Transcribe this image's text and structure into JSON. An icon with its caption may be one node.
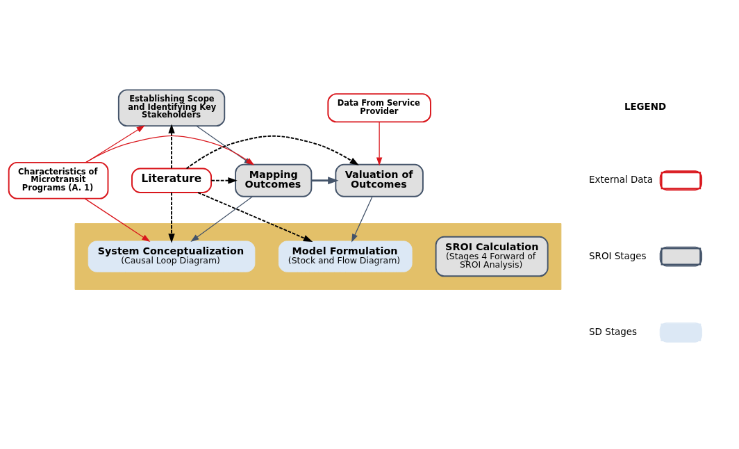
{
  "diagram": {
    "nodes": [
      {
        "text": [
          "Establishing Scope and Identifying Key Stakeholders"
        ]
      },
      {
        "text": [
          "Data From Service Provider"
        ]
      },
      {
        "text": [
          "Characteristics of Microtransit Programs (A. 1)"
        ]
      },
      {
        "text": [
          "Literature"
        ]
      },
      {
        "text": [
          "Mapping Outcomes"
        ]
      },
      {
        "text": [
          "Valuation of Outcomes"
        ]
      },
      {
        "text": [],
        "shape": "arrow"
      },
      {
        "text": [
          "System Conceptualization",
          "(Causal Loop Diagram)"
        ],
        "in": 6
      },
      {
        "text": [
          "Model Formulation",
          "(Stock and Flow Diagram)"
        ],
        "in": 6
      },
      {
        "text": [
          "SROI Calculation",
          "(Stages 4 Forward of SROI Analysis)"
        ],
        "in": 6
      }
    ],
    "edges": [
      {
        "from": 2,
        "to": 0,
        "arrow": "to",
        "color": "#d9161c"
      },
      {
        "from": 2,
        "to": 4,
        "arrow": "to",
        "color": "#d9161c"
      },
      {
        "from": 2,
        "to": 7,
        "arrow": "to",
        "color": "#d9161c"
      },
      {
        "from": 3,
        "to": 0,
        "arrow": "to",
        "style": "dashed"
      },
      {
        "from": 3,
        "to": 5,
        "arrow": "to",
        "style": "dashed"
      },
      {
        "from": 3,
        "to": 4,
        "arrow": "to",
        "style": "dashed"
      },
      {
        "from": 3,
        "to": 7,
        "arrow": "to",
        "style": "dashed"
      },
      {
        "from": 3,
        "to": 8,
        "arrow": "to",
        "style": "dashed"
      },
      {
        "from": 0,
        "to": 4,
        "arrow": "to",
        "color": "#44546a"
      },
      {
        "from": 1,
        "to": 5,
        "arrow": "to",
        "color": "#d9161c"
      },
      {
        "from": 4,
        "to": 5,
        "arrow": "to",
        "style": "thick",
        "color": "#44546a"
      },
      {
        "from": 4,
        "to": 7,
        "arrow": "to",
        "color": "#44546a"
      },
      {
        "from": 5,
        "to": 8,
        "arrow": "to",
        "color": "#44546a"
      }
    ],
    "labels": [
      "LEGEND"
    ],
    "legend": [
      {
        "text": "External Data"
      },
      {
        "text": "SROI Stages",
        "color": "#e0e0e0"
      },
      {
        "text": "SD Stages",
        "color": "#dce8f5"
      }
    ]
  }
}
